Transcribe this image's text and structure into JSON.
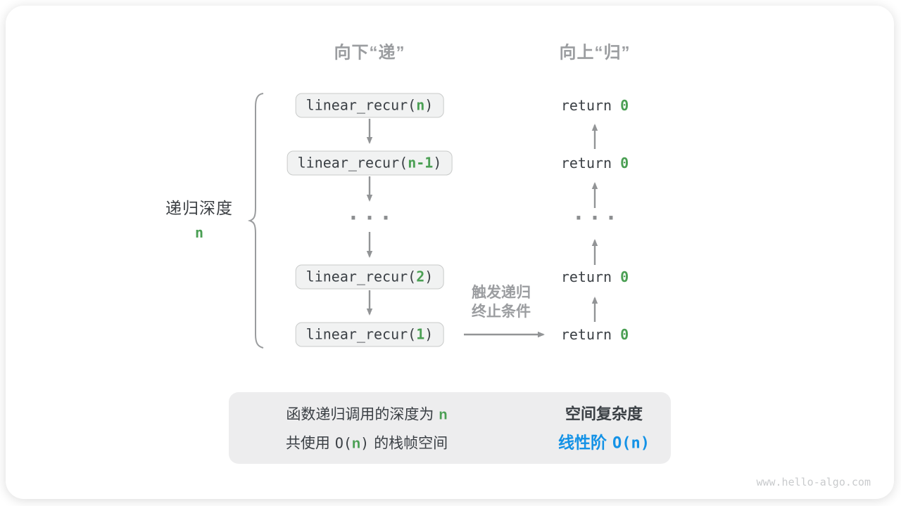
{
  "headers": {
    "descend": "向下“递”",
    "ascend": "向上“归”"
  },
  "depth": {
    "label": "递归深度",
    "value": "n"
  },
  "stack": {
    "boxes": [
      {
        "pre": "linear_recur(",
        "arg": "n",
        "post": ")"
      },
      {
        "pre": "linear_recur(",
        "arg": "n-1",
        "post": ")"
      },
      {
        "pre": "linear_recur(",
        "arg": "2",
        "post": ")"
      },
      {
        "pre": "linear_recur(",
        "arg": "1",
        "post": ")"
      }
    ],
    "ellipsis": "···"
  },
  "returns": {
    "rows": [
      {
        "pre": "return ",
        "val": "0"
      },
      {
        "pre": "return ",
        "val": "0"
      },
      {
        "pre": "return ",
        "val": "0"
      },
      {
        "pre": "return ",
        "val": "0"
      }
    ],
    "ellipsis": "···"
  },
  "base_case": {
    "line1": "触发递归",
    "line2": "终止条件"
  },
  "summary": {
    "left": {
      "line1_zh": "函数递归调用的深度为",
      "line1_arg": "n",
      "line2_zh1": "共使用",
      "line2_code_pre": "O(",
      "line2_arg": "n",
      "line2_code_post": ")",
      "line2_zh2": "的栈帧空间"
    },
    "right": {
      "title": "空间复杂度",
      "result_zh": "线性阶",
      "result_code": "O(n)"
    }
  },
  "watermark": "www.hello-algo.com",
  "colors": {
    "green_accent": "#4a9f53",
    "blue_accent": "#1492e6",
    "gray_label": "#9b9da0",
    "box_fill": "#f1f2f2",
    "panel_fill": "#ededee",
    "arrow_gray": "#929496"
  }
}
